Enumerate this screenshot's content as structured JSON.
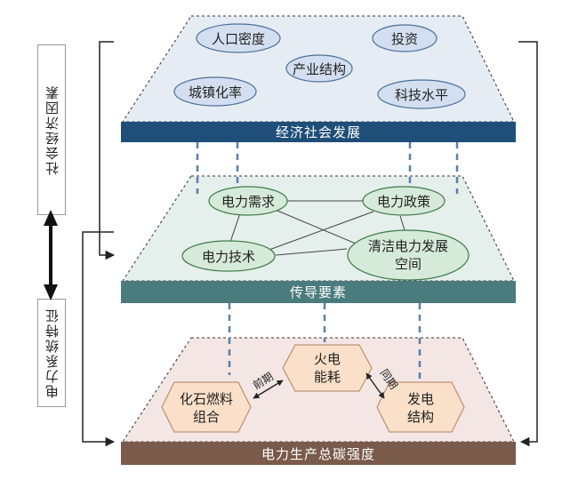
{
  "side_labels": {
    "top": "社会经济因素",
    "bottom": "电力系统特征"
  },
  "layers": {
    "top": {
      "bar_label": "经济社会发展",
      "nodes": [
        "人口密度",
        "投资",
        "产业结构",
        "城镇化率",
        "科技水平"
      ]
    },
    "middle": {
      "bar_label": "传导要素",
      "nodes": [
        "电力需求",
        "电力政策",
        "电力技术",
        "清洁电力发展",
        "空间"
      ]
    },
    "bottom": {
      "bar_label": "电力生产总碳强度",
      "nodes": [
        "火电",
        "能耗",
        "化石燃料",
        "组合",
        "发电",
        "结构"
      ],
      "edge_labels": [
        "前期",
        "同期"
      ]
    }
  },
  "colors": {
    "top_bar": "#1f4e79",
    "middle_bar": "#4a7b7d",
    "bottom_bar": "#7a5a4a",
    "top_fill": "#e6ecf3",
    "middle_fill": "#e5efec",
    "bottom_fill": "#f3e6e4",
    "ellipse_top": "#d3dff0",
    "ellipse_mid": "#d6ead9",
    "hexagon": "#fbe0c9"
  }
}
